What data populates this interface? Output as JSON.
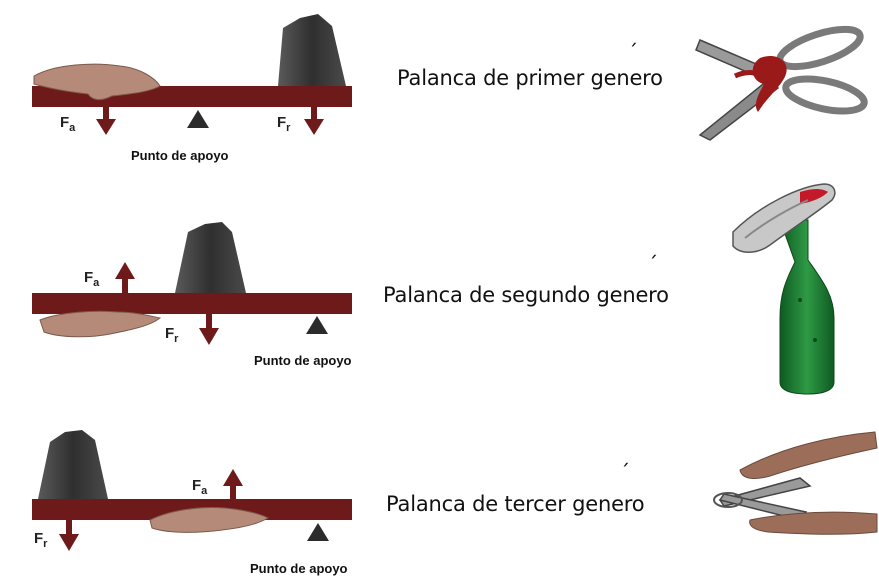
{
  "levers": [
    {
      "caption": "Palanca de primer genero",
      "accent": "´",
      "force_applied": {
        "letter": "F",
        "sub": "a"
      },
      "force_resistance": {
        "letter": "F",
        "sub": "r"
      },
      "fulcrum_label": "Punto de apoyo",
      "example_icon": "scissors-icon"
    },
    {
      "caption": "Palanca de segundo genero",
      "accent": "´",
      "force_applied": {
        "letter": "F",
        "sub": "a"
      },
      "force_resistance": {
        "letter": "F",
        "sub": "r"
      },
      "fulcrum_label": "Punto de apoyo",
      "example_icon": "bottle-opener-icon"
    },
    {
      "caption": "Palanca de tercer genero",
      "accent": "´",
      "force_applied": {
        "letter": "F",
        "sub": "a"
      },
      "force_resistance": {
        "letter": "F",
        "sub": "r"
      },
      "fulcrum_label": "Punto de apoyo",
      "example_icon": "tongs-icon"
    }
  ],
  "colors": {
    "beam": "#6e1a1a",
    "weight": "#3b3b3b",
    "hand": "#b58a78",
    "fulcrum": "#2b2b2b",
    "bottle": "#1f7a33",
    "scissors_handle": "#9a1a1a"
  }
}
